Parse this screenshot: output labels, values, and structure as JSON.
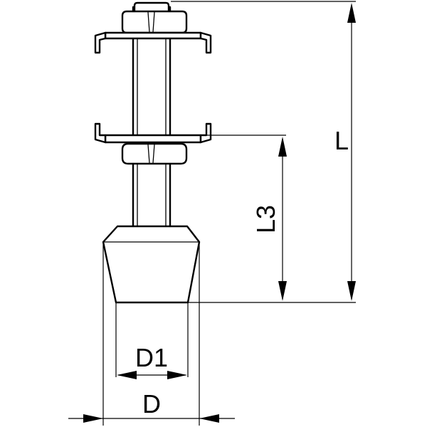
{
  "labels": {
    "length_total": "L",
    "length_3": "L3",
    "diameter_1": "D1",
    "diameter": "D"
  }
}
